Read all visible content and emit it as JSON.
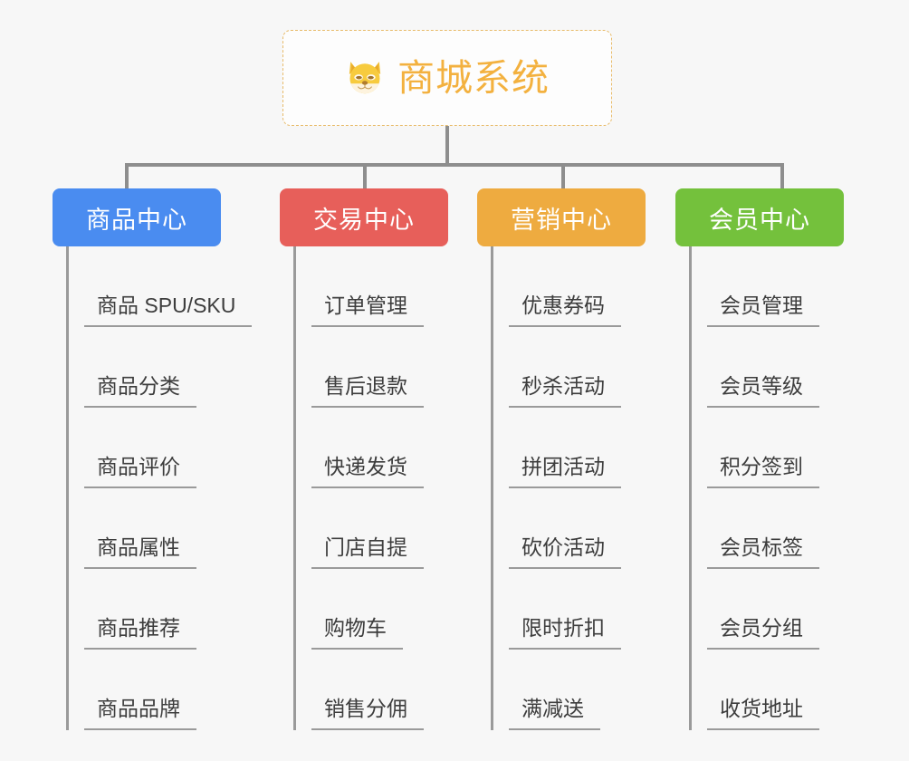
{
  "page": {
    "background_color": "#f7f7f7",
    "type": "mindmap-org-chart"
  },
  "root": {
    "title": "商城系统",
    "icon": "dog-face-icon",
    "text_color": "#f3b13f",
    "border_color": "#e8bb6a",
    "background_color": "#fdfdfd"
  },
  "connector": {
    "color": "#8e8e8e"
  },
  "branches": [
    {
      "label": "商品中心",
      "color": "#4a8cf0",
      "items": [
        "商品 SPU/SKU",
        "商品分类",
        "商品评价",
        "商品属性",
        "商品推荐",
        "商品品牌"
      ]
    },
    {
      "label": "交易中心",
      "color": "#e75f5a",
      "items": [
        "订单管理",
        "售后退款",
        "快递发货",
        "门店自提",
        "购物车",
        "销售分佣"
      ]
    },
    {
      "label": "营销中心",
      "color": "#eeab40",
      "items": [
        "优惠券码",
        "秒杀活动",
        "拼团活动",
        "砍价活动",
        "限时折扣",
        "满减送"
      ]
    },
    {
      "label": "会员中心",
      "color": "#74c13c",
      "items": [
        "会员管理",
        "会员等级",
        "积分签到",
        "会员标签",
        "会员分组",
        "收货地址"
      ]
    }
  ]
}
